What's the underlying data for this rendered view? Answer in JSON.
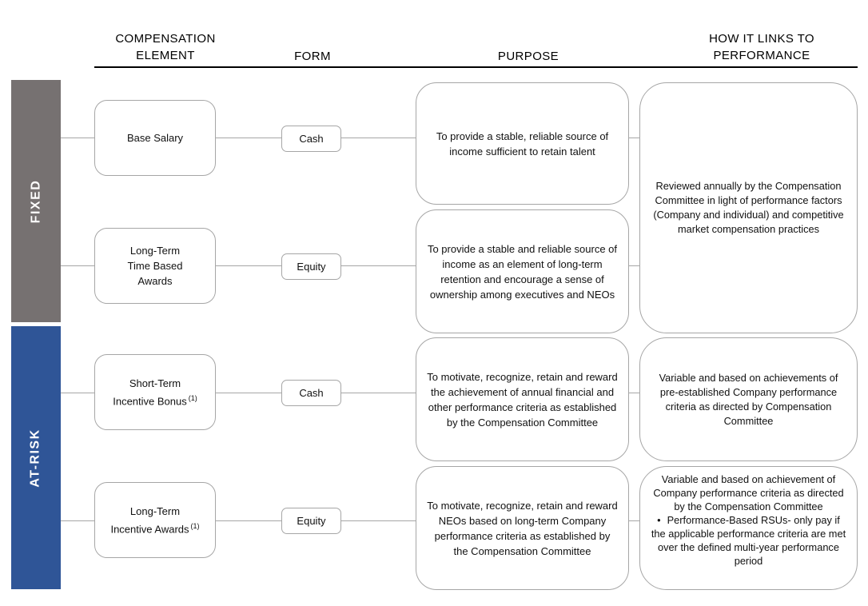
{
  "columns": {
    "element": "COMPENSATION\nELEMENT",
    "form": "FORM",
    "purpose": "PURPOSE",
    "links": "HOW IT LINKS TO\nPERFORMANCE"
  },
  "groups": {
    "fixed": {
      "label": "FIXED",
      "color": "#767171"
    },
    "at_risk": {
      "label": "AT-RISK",
      "color": "#2f5597"
    }
  },
  "style": {
    "box_border_color": "#a6a6a6",
    "header_rule_color": "#000000"
  },
  "rows": [
    {
      "group": "FIXED",
      "element": "Base Salary",
      "form": "Cash",
      "purpose": "To provide a stable, reliable source of income sufficient to retain talent"
    },
    {
      "group": "FIXED",
      "element": "Long-Term\nTime Based\nAwards",
      "form": "Equity",
      "purpose": "To provide a stable and reliable source of income as an element of long-term retention and encourage a sense of ownership among executives and NEOs"
    },
    {
      "group": "AT-RISK",
      "element": "Short-Term\nIncentive Bonus",
      "element_sup": "(1)",
      "form": "Cash",
      "purpose": "To motivate, recognize, retain and reward the achievement of annual financial and other performance criteria as established by the Compensation Committee"
    },
    {
      "group": "AT-RISK",
      "element": "Long-Term\nIncentive Awards",
      "element_sup": "(1)",
      "form": "Equity",
      "purpose": "To motivate, recognize, retain and reward NEOs based on long-term Company performance criteria as established by the Compensation Committee"
    }
  ],
  "links": [
    {
      "rows": "1-2",
      "text": "Reviewed annually by the Compensation Committee in light of performance factors (Company and individual) and competitive market compensation practices"
    },
    {
      "rows": "3",
      "text": "Variable and based on achievements of pre-established Company performance criteria as directed by Compensation Committee"
    },
    {
      "rows": "4",
      "text": "Variable and based on achievement of Company performance criteria as directed by the Compensation Committee",
      "bullet_marker": "•",
      "bullet": "Performance-Based RSUs- only pay if the applicable performance criteria are met over the defined multi-year performance period"
    }
  ]
}
